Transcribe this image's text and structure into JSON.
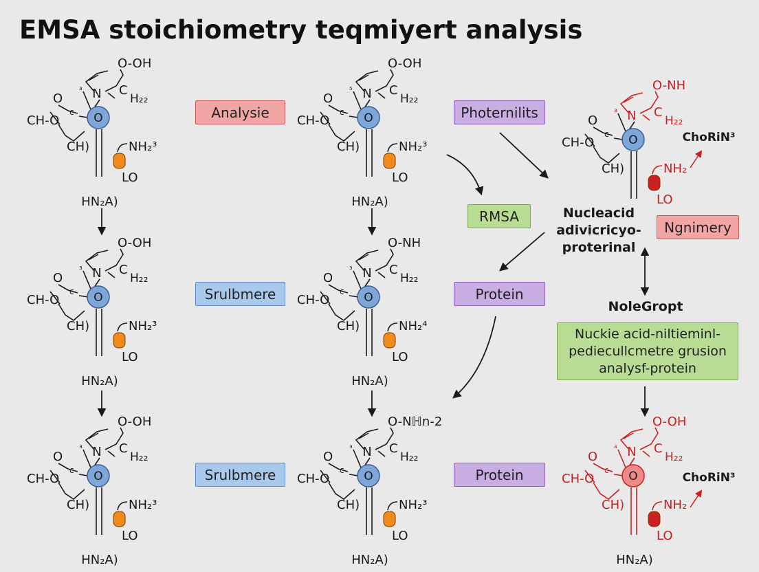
{
  "title": "EMSA stoichiometry teqmiyert analysis",
  "molecules": [
    {
      "top": "O-OH",
      "n": "N",
      "c": "C",
      "h": "H₂₂",
      "left": "CH-O",
      "ch": "CH)",
      "amine": "NH₂³",
      "lo": "LO",
      "base": "HN₂A)",
      "sup": "³",
      "theme": "normal"
    },
    {
      "top": "O-OH",
      "n": "N",
      "c": "C",
      "h": "H₂₂",
      "left": "CH-O",
      "ch": "CH)",
      "amine": "NH₂³",
      "lo": "LO",
      "base": "HN₂A)",
      "sup": "⁵",
      "theme": "normal"
    },
    {
      "top": "O-NH",
      "n": "N",
      "c": "C",
      "h": "H₂₂",
      "left": "CH-O",
      "ch": "CH)",
      "amine": "NH₂",
      "lo": "LO",
      "base": "",
      "sup": "³",
      "theme": "redtop"
    },
    {
      "top": "O-OH",
      "n": "N",
      "c": "C",
      "h": "H₂₂",
      "left": "CH-O",
      "ch": "CH)",
      "amine": "NH₂³",
      "lo": "LO",
      "base": "HN₂A)",
      "sup": "³",
      "theme": "normal"
    },
    {
      "top": "O-NH",
      "n": "N",
      "c": "C",
      "h": "H₂₂",
      "left": "CH-O",
      "ch": "CH)",
      "amine": "NH₂⁴",
      "lo": "LO",
      "base": "HN₂A)",
      "sup": "³",
      "theme": "normal"
    },
    {
      "top": "O-OH",
      "n": "N",
      "c": "C",
      "h": "H₂₂",
      "left": "CH-O",
      "ch": "CH)",
      "amine": "NH₂³",
      "lo": "LO",
      "base": "HN₂A)",
      "sup": "³",
      "theme": "normal"
    },
    {
      "top": "O-Nℍn-2",
      "n": "N",
      "c": "C",
      "h": "H₂₂",
      "left": "CH-O",
      "ch": "CH)",
      "amine": "NH₂³",
      "lo": "LO",
      "base": "HN₂A)",
      "sup": "³",
      "theme": "normal"
    },
    {
      "top": "O-OH",
      "n": "N",
      "c": "C",
      "h": "H₂₂",
      "left": "CH-O",
      "ch": "CH)",
      "amine": "NH₂",
      "lo": "LO",
      "base": "HN₂A)",
      "sup": "⁴",
      "theme": "allred"
    }
  ],
  "center_letter": "O",
  "small_c": "c",
  "boxes": {
    "analysie": "Analysie",
    "photernilits": "Photernilits",
    "rmsa": "RMSA",
    "ngnimery": "Ngnimery",
    "srulbmere_1": "Srulbmere",
    "protein_1": "Protein",
    "srulbmere_2": "Srulbmere",
    "protein_2": "Protein",
    "big_green": [
      "Nuckie acid-niltieminl-",
      "pediecullcmetre grusion",
      "analysf-protein"
    ]
  },
  "labels": {
    "nucleacid": [
      "Nucleacid",
      "adivicricyo-",
      "proterinal"
    ],
    "nolegropt": "NoleGropt",
    "chorin_1": "ChoRiN³",
    "chorin_2": "ChoRiN³"
  },
  "colors": {
    "circle_blue": "#7ea6d8",
    "circle_red": "#ee8a8a",
    "orange": "#f08a1a",
    "red_dark": "#cc1f1f",
    "ink": "#1a1a1a"
  }
}
